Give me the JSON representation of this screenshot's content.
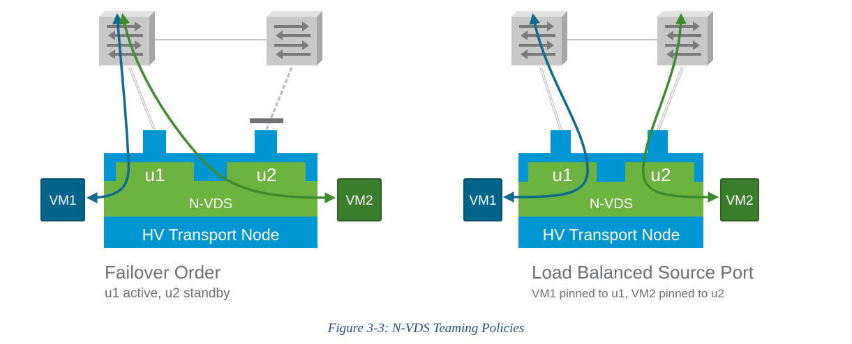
{
  "colors": {
    "host_blue": "#0095d3",
    "nvds_green": "#6db33f",
    "vm1_blue": "#00648a",
    "vm2_green": "#3a7d2c",
    "flow_blue": "#0e6a8e",
    "flow_green": "#3f8a2f",
    "switch_gray": "#c8c8c8",
    "text_gray": "#6d6e71",
    "caption_blue": "#1f4e8c"
  },
  "diagrams": [
    {
      "id": "failover",
      "uplinks": [
        "u1",
        "u2"
      ],
      "switch_label": "N-VDS",
      "host_label": "HV Transport Node",
      "vms": [
        "VM1",
        "VM2"
      ],
      "title": "Failover Order",
      "subtitle": "u1 active, u2 standby",
      "standby_link": "u2"
    },
    {
      "id": "load-balanced",
      "uplinks": [
        "u1",
        "u2"
      ],
      "switch_label": "N-VDS",
      "host_label": "HV Transport Node",
      "vms": [
        "VM1",
        "VM2"
      ],
      "title": "Load Balanced Source Port",
      "subtitle": "VM1 pinned to u1, VM2 pinned to u2"
    }
  ],
  "caption": "Figure 3-3: N-VDS Teaming Policies"
}
